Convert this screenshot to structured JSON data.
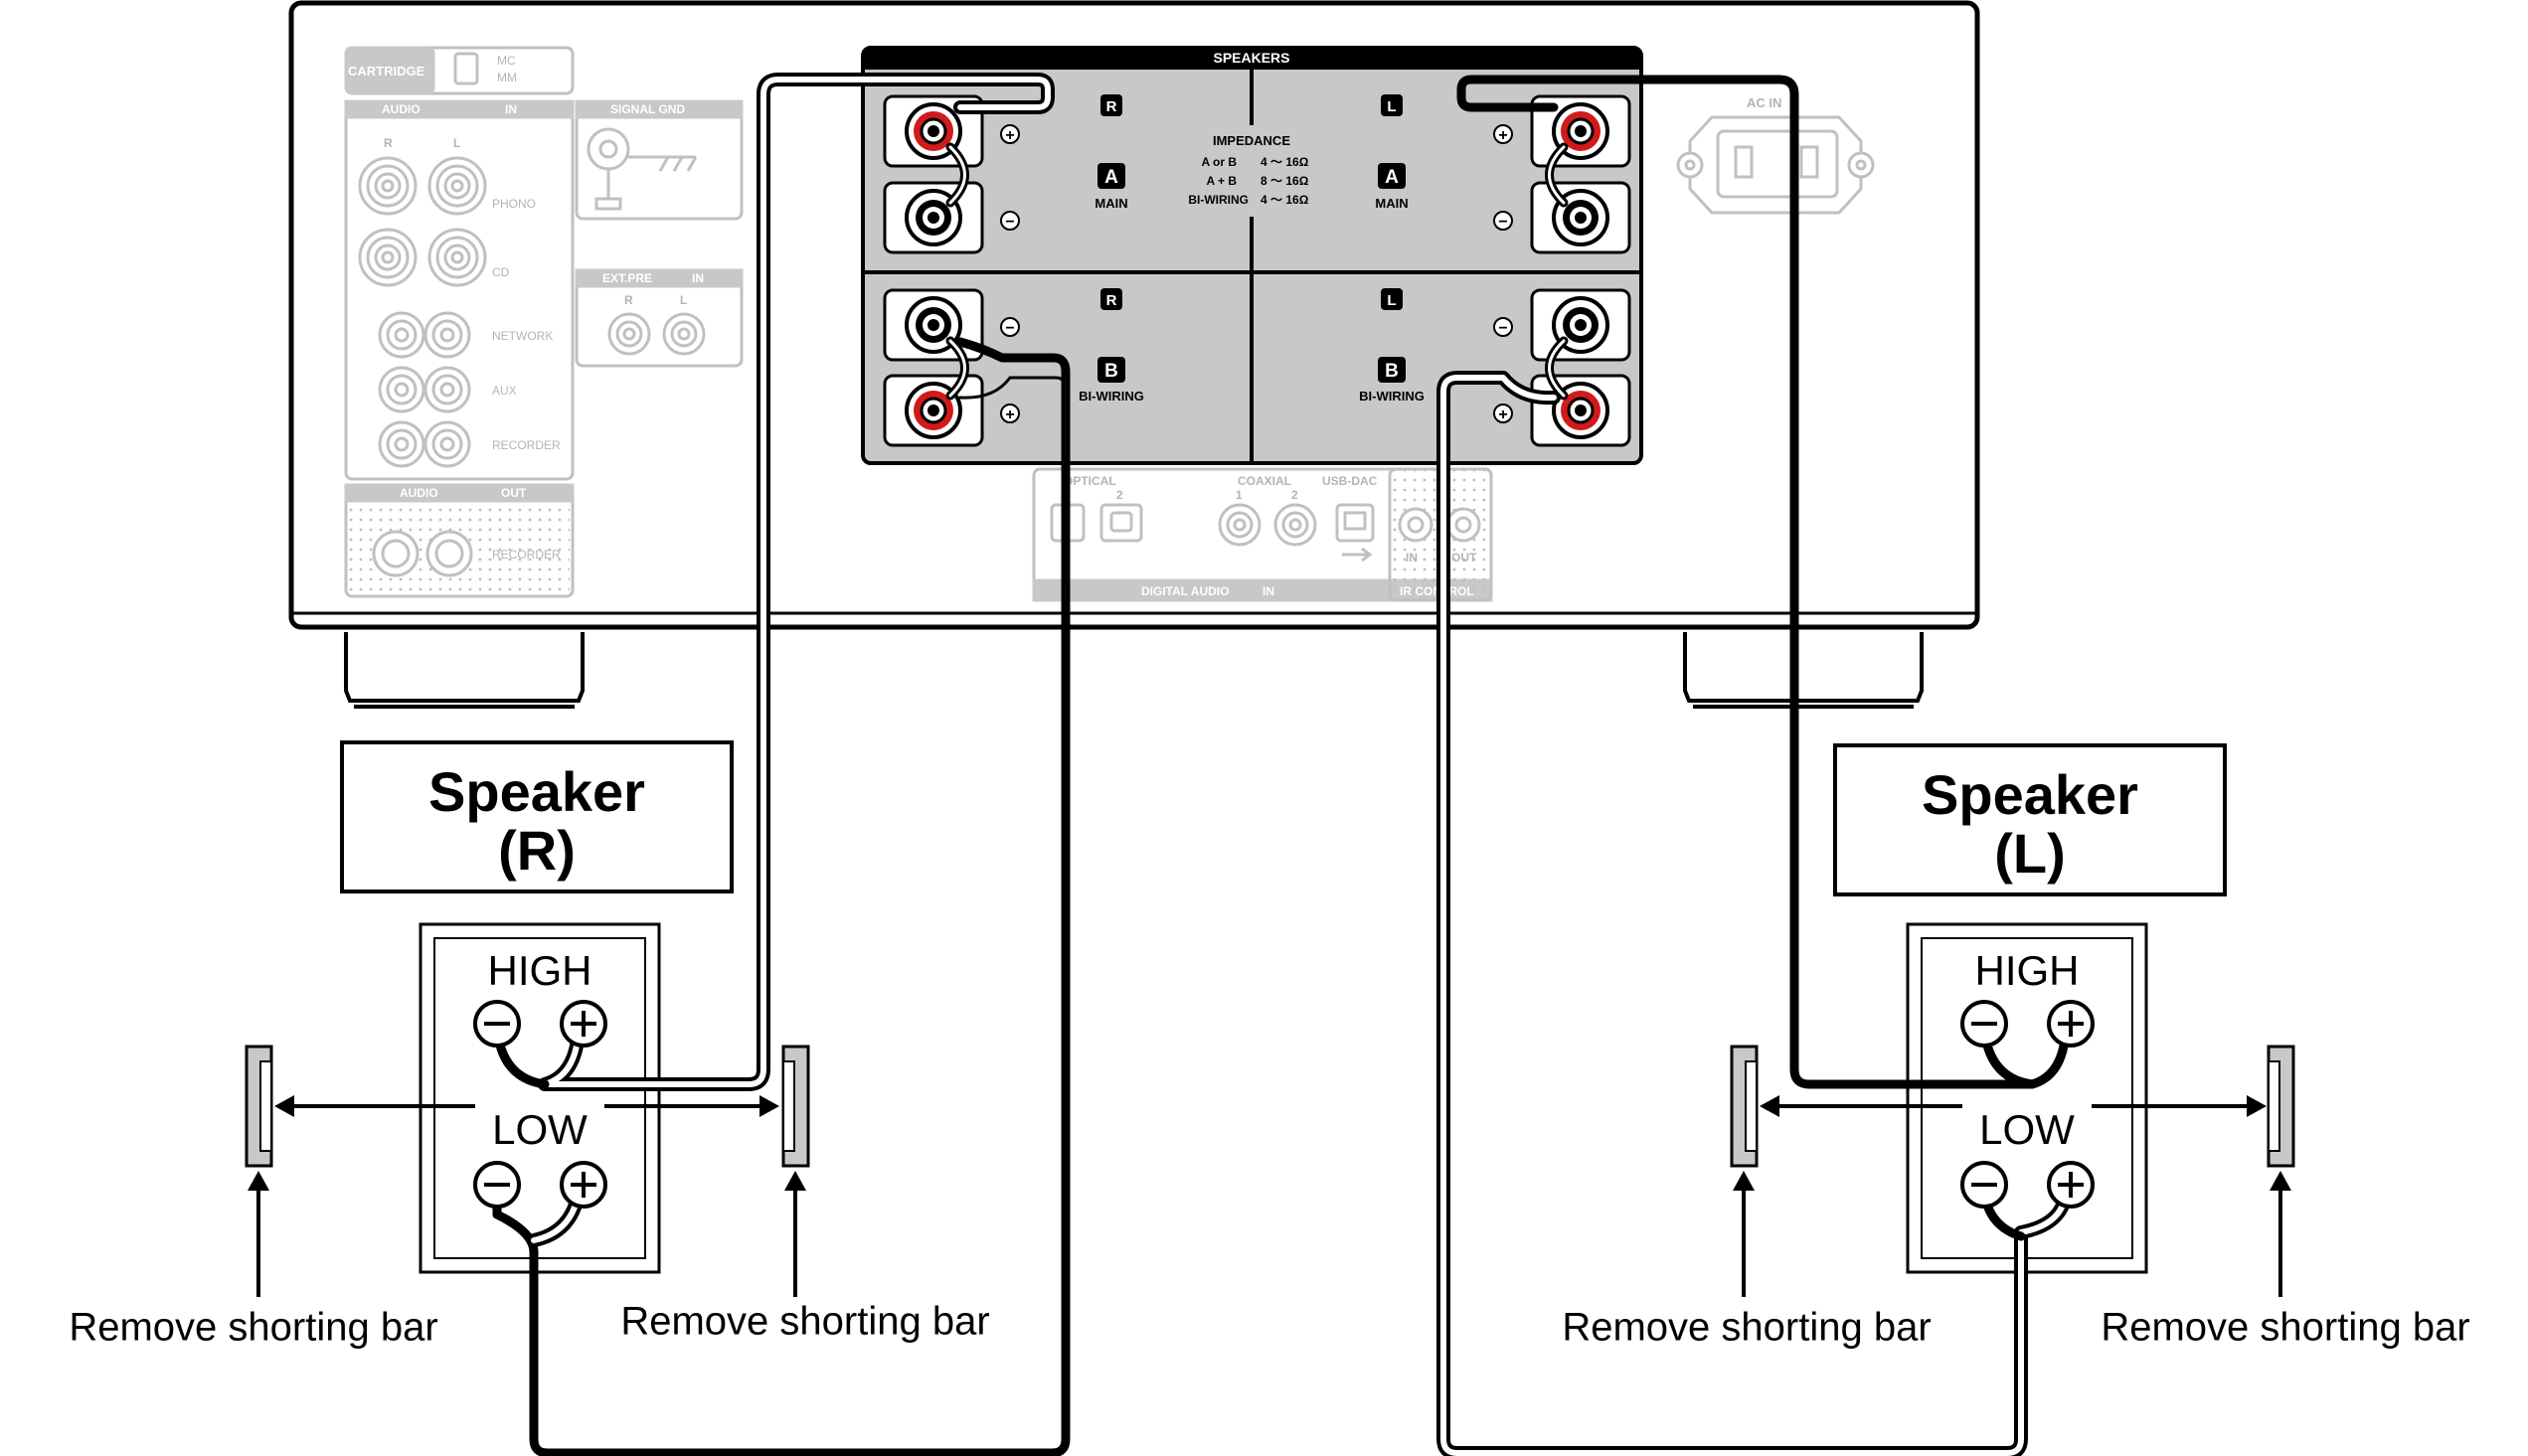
{
  "amp": {
    "cartridge": "CARTRIDGE",
    "mc": "MC",
    "mm": "MM",
    "audio_in_label": "AUDIO",
    "in_tag": "IN",
    "out_tag": "OUT",
    "signal_gnd": "SIGNAL GND",
    "phono": "PHONO",
    "cd": "CD",
    "network": "NETWORK",
    "aux": "AUX",
    "recorder": "RECORDER",
    "ext_pre": "EXT.PRE",
    "audio_out_label": "AUDIO",
    "recorder_out": "RECORDER",
    "r": "R",
    "l": "L",
    "speakers": "SPEAKERS",
    "impedance": "IMPEDANCE",
    "imp_rows": [
      {
        "label": "A or B",
        "value": "4 ～ 16Ω"
      },
      {
        "label": "A + B",
        "value": "8 ～ 16Ω"
      },
      {
        "label": "BI-WIRING",
        "value": "4 ～ 16Ω"
      }
    ],
    "a": "A",
    "b": "B",
    "main": "MAIN",
    "bi_wiring": "BI-WIRING",
    "plus": "+",
    "minus": "−",
    "optical": "OPTICAL",
    "opt_2": "2",
    "coaxial": "COAXIAL",
    "coax_1": "1",
    "coax_2": "2",
    "usb_dac": "USB-DAC",
    "digital_audio": "DIGITAL AUDIO",
    "ir_control": "IR CONTROL",
    "ir_in": "IN",
    "ir_out": "OUT",
    "ac_in": "AC IN"
  },
  "speaker_r": {
    "title": "Speaker",
    "channel": "(R)",
    "high": "HIGH",
    "low": "LOW"
  },
  "speaker_l": {
    "title": "Speaker",
    "channel": "(L)",
    "high": "HIGH",
    "low": "LOW"
  },
  "callouts": {
    "r_left": "Remove shorting bar",
    "r_right": "Remove shorting bar",
    "l_left": "Remove shorting bar",
    "l_right": "Remove shorting bar"
  },
  "colors": {
    "terminal_red": "#d11a1a",
    "panel_gray": "#c8c8c8",
    "wire": "#000000",
    "faded": "#bfbfbf"
  }
}
